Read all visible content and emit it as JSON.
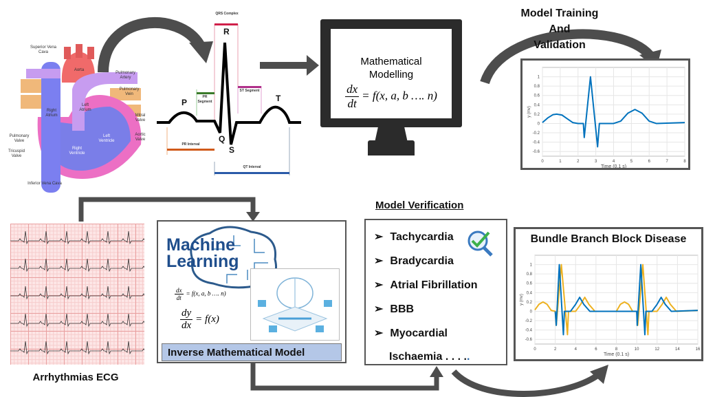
{
  "heart": {
    "labels": {
      "superior_vena_cava": "Superior Vena Cava",
      "aorta": "Aorta",
      "pulmonary_artery": "Pulmonary Artery",
      "pulmonary_vein": "Pulmonary Vein",
      "left_atrium": "Left Atrium",
      "right_atrium": "Right Atrium",
      "mitral_valve": "Mitral Valve",
      "aortic_valve": "Aortic Valve",
      "pulmonary_valve": "Pulmonary Valve",
      "left_ventricle": "Left Ventricle",
      "right_ventricle": "Right Ventricle",
      "tricuspid_valve": "Tricuspid Valve",
      "inferior_vena_cava": "Inferior Vena Cava"
    }
  },
  "ecg_wave": {
    "qrs_complex": "QRS Complex",
    "pr_segment": "PR Segment",
    "st_segment": "ST Segment",
    "pr_interval": "PR Interval",
    "qt_interval": "QT Interval",
    "p": "P",
    "q": "Q",
    "r": "R",
    "s": "S",
    "t": "T"
  },
  "modelling": {
    "title_line1": "Mathematical",
    "title_line2": "Modelling",
    "eq_num": "dx",
    "eq_den": "dt",
    "eq_rhs": "= f(x, a, b …. n)"
  },
  "training": {
    "line1": "Model Training",
    "line2": "And",
    "line3": "Validation"
  },
  "arrhythmias": {
    "label": "Arrhythmias ECG"
  },
  "ml": {
    "logo_line1": "Machine",
    "logo_line2": "Learning",
    "eq1_num": "dx",
    "eq1_den": "dt",
    "eq1_rhs": "= f(x, a, b …. n)",
    "eq2_num": "dy",
    "eq2_den": "dx",
    "eq2_rhs": "= f(x)",
    "banner": "Inverse Mathematical Model"
  },
  "verification": {
    "title": "Model Verification",
    "items": [
      "Tachycardia",
      "Bradycardia",
      "Atrial Fibrillation",
      "BBB",
      "Myocardial"
    ],
    "last_line": "Ischaemia . . . .",
    "last_dot": "."
  },
  "colors": {
    "blue": "#0072BD",
    "yellow": "#EDB120",
    "arrow": "#4d4d4d",
    "banner": "#b4c7e7"
  },
  "chart_data": [
    {
      "type": "line",
      "title": "",
      "xlabel": "Time (0.1 s)",
      "ylabel": "y (mv)",
      "xlim": [
        0,
        8
      ],
      "ylim": [
        -0.7,
        1.2
      ],
      "xticks": [
        0,
        1,
        2,
        3,
        4,
        5,
        6,
        7,
        8
      ],
      "yticks": [
        -0.6,
        -0.4,
        -0.2,
        0,
        0.2,
        0.4,
        0.6,
        0.8,
        1
      ],
      "grid": true,
      "series": [
        {
          "color": "#0072BD",
          "points": [
            [
              0,
              0.02
            ],
            [
              0.3,
              0.12
            ],
            [
              0.6,
              0.19
            ],
            [
              0.8,
              0.2
            ],
            [
              1.1,
              0.18
            ],
            [
              1.4,
              0.1
            ],
            [
              1.7,
              0.02
            ],
            [
              2,
              0
            ],
            [
              2.3,
              0
            ],
            [
              2.35,
              -0.3
            ],
            [
              2.7,
              1
            ],
            [
              3.1,
              -0.5
            ],
            [
              3.2,
              0
            ],
            [
              4,
              0
            ],
            [
              4.4,
              0.05
            ],
            [
              4.8,
              0.22
            ],
            [
              5.2,
              0.3
            ],
            [
              5.6,
              0.22
            ],
            [
              6,
              0.05
            ],
            [
              6.4,
              0
            ],
            [
              8,
              0.02
            ]
          ]
        }
      ]
    },
    {
      "type": "line",
      "title": "Bundle Branch Block Disease",
      "xlabel": "Time (0.1 s)",
      "ylabel": "y (mv)",
      "xlim": [
        0,
        16
      ],
      "ylim": [
        -0.7,
        1.2
      ],
      "xticks": [
        0,
        2,
        4,
        6,
        8,
        10,
        12,
        14,
        16
      ],
      "yticks": [
        -0.6,
        -0.4,
        -0.2,
        0,
        0.2,
        0.4,
        0.6,
        0.8,
        1
      ],
      "grid": true,
      "series": [
        {
          "color": "#EDB120",
          "points": [
            [
              0,
              0.03
            ],
            [
              0.4,
              0.15
            ],
            [
              0.8,
              0.2
            ],
            [
              1.2,
              0.15
            ],
            [
              1.6,
              0.02
            ],
            [
              2,
              0
            ],
            [
              2.1,
              -0.3
            ],
            [
              2.6,
              1
            ],
            [
              3.2,
              -0.5
            ],
            [
              3.3,
              0
            ],
            [
              4,
              0
            ],
            [
              4.5,
              0.15
            ],
            [
              4.9,
              0.3
            ],
            [
              5.3,
              0.15
            ],
            [
              5.9,
              0
            ],
            [
              8,
              0
            ],
            [
              8.4,
              0.15
            ],
            [
              8.8,
              0.2
            ],
            [
              9.2,
              0.15
            ],
            [
              9.6,
              0
            ],
            [
              10,
              0
            ],
            [
              10.1,
              -0.3
            ],
            [
              10.6,
              1
            ],
            [
              11.1,
              -0.5
            ],
            [
              11.2,
              0
            ],
            [
              12,
              0
            ],
            [
              12.5,
              0.15
            ],
            [
              12.9,
              0.3
            ],
            [
              13.3,
              0.15
            ],
            [
              13.9,
              0
            ],
            [
              16,
              0.02
            ]
          ]
        },
        {
          "color": "#0072BD",
          "points": [
            [
              2,
              0
            ],
            [
              2.1,
              -0.3
            ],
            [
              2.4,
              1
            ],
            [
              2.8,
              -0.5
            ],
            [
              2.9,
              0
            ],
            [
              3.5,
              0
            ],
            [
              4,
              0.15
            ],
            [
              4.4,
              0.3
            ],
            [
              4.8,
              0.15
            ],
            [
              5.4,
              0
            ],
            [
              10,
              0
            ],
            [
              10.05,
              -0.3
            ],
            [
              10.4,
              1
            ],
            [
              10.8,
              -0.5
            ],
            [
              10.9,
              0
            ],
            [
              11.5,
              0
            ],
            [
              12,
              0.15
            ],
            [
              12.4,
              0.3
            ],
            [
              12.8,
              0.15
            ],
            [
              13.4,
              0
            ],
            [
              16,
              0.02
            ]
          ]
        }
      ]
    }
  ]
}
